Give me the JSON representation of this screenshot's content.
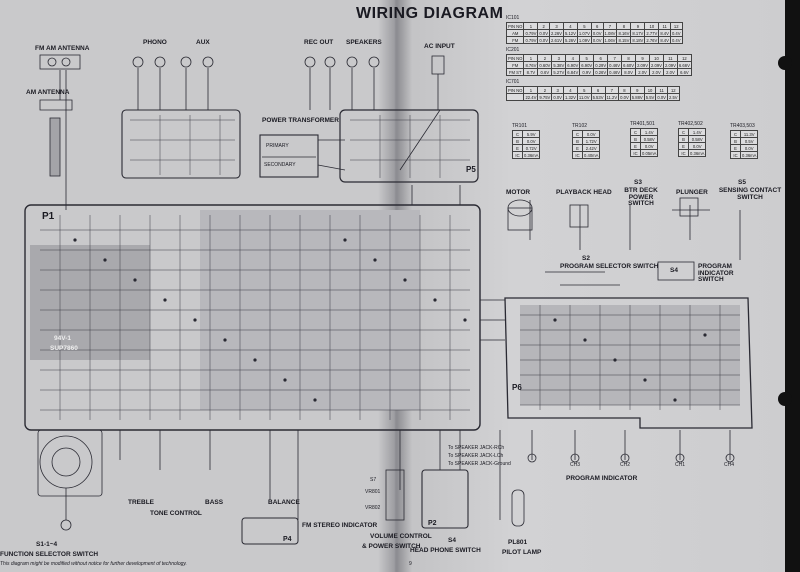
{
  "title": "WIRING DIAGRAM",
  "footnote": "This diagram might be modified without notice for further development of technology.",
  "page_number": "9",
  "labels": {
    "fm_am_antenna": "FM AM ANTENNA",
    "am_antenna": "AM ANTENNA",
    "phono": "PHONO",
    "aux": "AUX",
    "rec_out": "REC OUT",
    "speakers": "SPEAKERS",
    "ac_input": "AC INPUT",
    "power_transformer": "POWER TRANSFORMER",
    "primary": "PRIMARY",
    "secondary": "SECONDARY",
    "p1": "P1",
    "p5": "P5",
    "p6": "P6",
    "p2": "P2",
    "p4": "P4",
    "board_mark": "94V-1",
    "board_code": "SUP7860",
    "treble": "TREBLE",
    "bass": "BASS",
    "tone_control": "TONE CONTROL",
    "balance": "BALANCE",
    "fm_stereo_indicator": "FM STEREO INDICATOR",
    "function_selector_switch": "FUNCTION SELECTOR SWITCH",
    "s1": "S1-1~4",
    "volume_control": "VOLUME CONTROL",
    "power_switch": "& POWER SWITCH",
    "vr801": "VR801",
    "vr802": "VR802",
    "s7": "S7",
    "s4_headphone": "S4",
    "head_phone_switch": "HEAD PHONE SWITCH",
    "pilot_lamp_id": "PL801",
    "pilot_lamp": "PILOT LAMP",
    "motor": "MOTOR",
    "playback_head": "PLAYBACK HEAD",
    "s3": "S3",
    "btr_deck_power_switch": "BTR DECK POWER SWITCH",
    "plunger": "PLUNGER",
    "s5": "S5",
    "sensing_contact_switch": "SENSING CONTACT SWITCH",
    "s2": "S2",
    "program_selector_switch": "PROGRAM SELECTOR SWITCH",
    "s4": "S4",
    "program_indicator_switch": "PROGRAM INDICATOR SWITCH",
    "program_indicator": "PROGRAM INDICATOR",
    "ch1": "CH1",
    "ch2": "CH2",
    "ch3": "CH3",
    "ch4": "CH4",
    "speaker_jack_r": "To SPEAKER JACK-RCh",
    "speaker_jack_l": "To SPEAKER JACK-LCh",
    "speaker_jack_gnd": "To SPEAKER JACK-Ground"
  },
  "spec_tables": [
    {
      "name": "IC101",
      "rows": [
        [
          "PIN NO",
          "1",
          "2",
          "3",
          "4",
          "5",
          "6",
          "7",
          "8",
          "9",
          "10",
          "11",
          "12"
        ],
        [
          "AM",
          "0.79V",
          "0.0V",
          "2.26V",
          "5.12V",
          "1.07V",
          "0.0V",
          "1.08V",
          "8.16V",
          "8.17V",
          "2.77V",
          "8.4V",
          "0.4V"
        ],
        [
          "FM",
          "0.79V",
          "0.0V",
          "2.61V",
          "5.26V",
          "1.09V",
          "0.0V",
          "1.06V",
          "8.15V",
          "8.18V",
          "2.76V",
          "8.4V",
          "0.4V"
        ]
      ]
    },
    {
      "name": "IC201",
      "rows": [
        [
          "PIN NO",
          "1",
          "2",
          "3",
          "4",
          "5",
          "6",
          "7",
          "8",
          "9",
          "10",
          "11",
          "12"
        ],
        [
          "FM",
          "8.76V",
          "0.60V",
          "5.38V",
          "6.90V",
          "6.90V",
          "0.29V",
          "0.46V",
          "6.60V",
          "2.09V",
          "2.09V",
          "2.09V",
          "6.66V"
        ],
        [
          "FM ST",
          "8.7V",
          "0.6V",
          "5.27V",
          "6.84V",
          "0.9V",
          "0.26V",
          "0.46V",
          "8.0V",
          "2.0V",
          "2.0V",
          "2.0V",
          "6.6V"
        ]
      ]
    },
    {
      "name": "IC701",
      "rows": [
        [
          "PIN NO",
          "1",
          "2",
          "3",
          "4",
          "5",
          "6",
          "7",
          "8",
          "9",
          "10",
          "11",
          "12"
        ],
        [
          "",
          "22.4V",
          "9.75V",
          "0.0V",
          "1.32V",
          "11.0V",
          "5.53V",
          "11.2V",
          "0.0V",
          "5.88V",
          "5.5V",
          "0.0V",
          "2.5V"
        ]
      ]
    }
  ],
  "transistor_tables": [
    {
      "name": "TR101",
      "rows": [
        [
          "C",
          "5.9V"
        ],
        [
          "B",
          "0.0V"
        ],
        [
          "E",
          "0.72V"
        ],
        [
          "IC",
          "0.36mA"
        ]
      ]
    },
    {
      "name": "TR102",
      "rows": [
        [
          "C",
          "0.0V"
        ],
        [
          "B",
          "1.72V"
        ],
        [
          "E",
          "2.42V"
        ],
        [
          "IC",
          "0.40mA"
        ]
      ]
    },
    {
      "name": "TR401,501",
      "rows": [
        [
          "C",
          "1.4V"
        ],
        [
          "B",
          "0.58V"
        ],
        [
          "E",
          "0.0V"
        ],
        [
          "IC",
          "0.05mA"
        ]
      ]
    },
    {
      "name": "TR402,502",
      "rows": [
        [
          "C",
          "1.4V"
        ],
        [
          "B",
          "0.58V"
        ],
        [
          "E",
          "0.0V"
        ],
        [
          "IC",
          "0.36mA"
        ]
      ]
    },
    {
      "name": "TR403,503",
      "rows": [
        [
          "C",
          "11.3V"
        ],
        [
          "B",
          "0.5V"
        ],
        [
          "E",
          "0.0V"
        ],
        [
          "IC",
          "0.36mA"
        ]
      ]
    }
  ]
}
